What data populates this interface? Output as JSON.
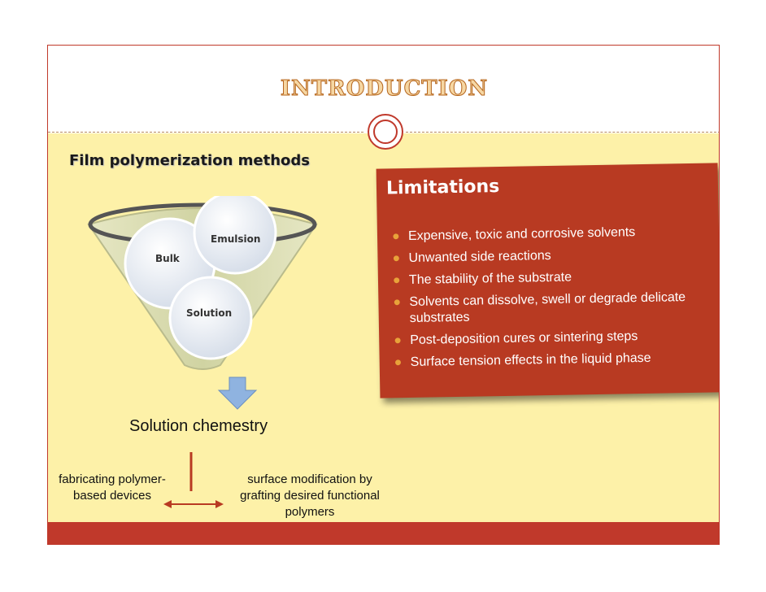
{
  "slide": {
    "title": "INTRODUCTION",
    "heading": "Film polymerization methods"
  },
  "funnel": {
    "circles": [
      "Bulk",
      "Emulsion",
      "Solution"
    ],
    "result": "Solution chemestry"
  },
  "applications": {
    "left": "fabricating polymer-based devices",
    "right": "surface modification by grafting desired functional polymers"
  },
  "limitations": {
    "title": "Limitations",
    "items": [
      "Expensive, toxic and corrosive solvents",
      "Unwanted side reactions",
      "The stability of the substrate",
      "Solvents can dissolve, swell or degrade delicate substrates",
      "Post-deposition cures or sintering steps",
      "Surface tension effects in the liquid phase"
    ]
  },
  "colors": {
    "accent": "#c0392b",
    "background": "#fdf1a8",
    "funnel": "#d8dcb0",
    "arrow": "#8fb3e0"
  }
}
